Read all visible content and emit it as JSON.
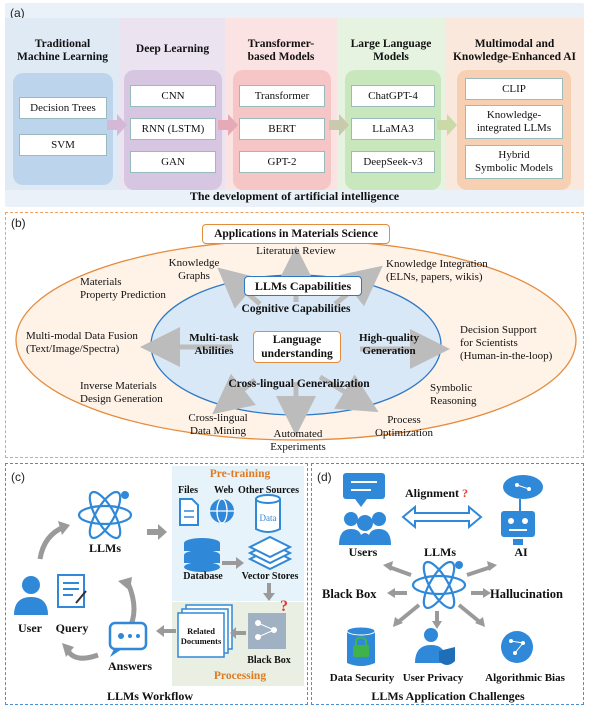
{
  "panel_a": {
    "label": "(a)",
    "caption": "The development of artificial intelligence",
    "eras": [
      {
        "title_line1": "Traditional",
        "title_line2": "Machine Learning",
        "items": [
          "Decision Trees",
          "SVM"
        ]
      },
      {
        "title_line1": "Deep Learning",
        "title_line2": "",
        "items": [
          "CNN",
          "RNN (LSTM)",
          "GAN"
        ]
      },
      {
        "title_line1": "Transformer-",
        "title_line2": "based Models",
        "items": [
          "Transformer",
          "BERT",
          "GPT-2"
        ]
      },
      {
        "title_line1": "Large Language",
        "title_line2": "Models",
        "items": [
          "ChatGPT-4",
          "LLaMA3",
          "DeepSeek-v3"
        ]
      },
      {
        "title_line1": "Multimodal and",
        "title_line2": "Knowledge-Enhanced AI",
        "items": [
          "CLIP",
          "Knowledge-",
          "integrated LLMs",
          "Hybrid",
          "Symbolic Models"
        ]
      }
    ]
  },
  "panel_b": {
    "label": "(b)",
    "title": "Applications in Materials Science",
    "inner": {
      "llm_capabilities": "LLMs Capabilities",
      "cognitive": "Cognitive Capabilities",
      "multitask_1": "Multi-task",
      "multitask_2": "Abilities",
      "language_1": "Language",
      "language_2": "understanding",
      "highq_1": "High-quality",
      "highq_2": "Generation",
      "crosslingual": "Cross-lingual Generalization"
    },
    "apps": {
      "literature": "Literature Review",
      "kg_1": "Knowledge",
      "kg_2": "Graphs",
      "ki_1": "Knowledge Integration",
      "ki_2": "(ELNs, papers, wikis)",
      "mpp_1": "Materials",
      "mpp_2": "Property Prediction",
      "mmdf_1": "Multi-modal Data Fusion",
      "mmdf_2": "(Text/Image/Spectra)",
      "ds_1": "Decision Support",
      "ds_2": "for Scientists",
      "ds_3": "(Human-in-the-loop)",
      "imd_1": "Inverse Materials",
      "imd_2": "Design Generation",
      "sr_1": "Symbolic",
      "sr_2": "Reasoning",
      "cldm_1": "Cross-lingual",
      "cldm_2": "Data Mining",
      "ae_1": "Automated",
      "ae_2": "Experiments",
      "po_1": "Process",
      "po_2": "Optimization"
    }
  },
  "panel_c": {
    "label": "(c)",
    "llms": "LLMs",
    "user": "User",
    "query": "Query",
    "answers": "Answers",
    "pretraining": "Pre-training",
    "files": "Files",
    "web": "Web",
    "other_sources": "Other Sources",
    "data": "Data",
    "database": "Database",
    "vector_stores": "Vector Stores",
    "processing": "Processing",
    "related_1": "Related",
    "related_2": "Documents",
    "black_box": "Black Box",
    "caption": "LLMs Workflow"
  },
  "panel_d": {
    "label": "(d)",
    "alignment": "Alignment",
    "users": "Users",
    "ai": "AI",
    "llms": "LLMs",
    "black_box": "Black Box",
    "hallucination": "Hallucination",
    "data_security": "Data Security",
    "user_privacy": "User Privacy",
    "algorithmic_bias": "Algorithmic Bias",
    "caption": "LLMs Application Challenges"
  }
}
